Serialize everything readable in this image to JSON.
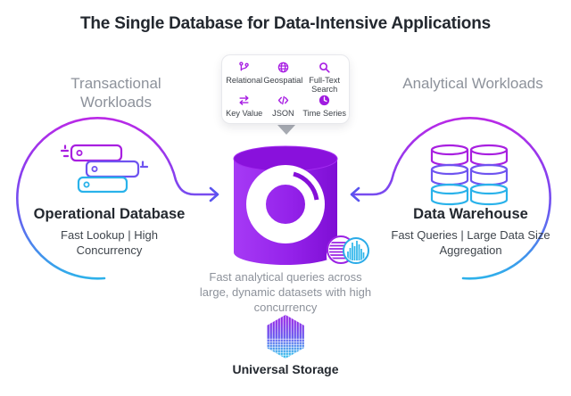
{
  "title": "The Single Database for Data-Intensive Applications",
  "left": {
    "workload_label": "Transactional Workloads",
    "name": "Operational Database",
    "caption": "Fast Lookup | High Concurrency"
  },
  "right": {
    "workload_label": "Analytical Workloads",
    "name": "Data Warehouse",
    "caption": "Fast Queries | Large Data Size Aggregation"
  },
  "capabilities": [
    {
      "label": "Relational",
      "icon": "git-branch-icon"
    },
    {
      "label": "Geospatial",
      "icon": "globe-icon"
    },
    {
      "label": "Full-Text Search",
      "icon": "search-icon"
    },
    {
      "label": "Key Value",
      "icon": "swap-arrows-icon"
    },
    {
      "label": "JSON",
      "icon": "code-icon"
    },
    {
      "label": "Time Series",
      "icon": "clock-icon"
    }
  ],
  "center": {
    "description": "Fast analytical queries across large, dynamic datasets with high concurrency",
    "storage_label": "Universal Storage"
  },
  "colors": {
    "magenta": "#BD27E6",
    "icon_purple": "#A81FE3",
    "indigo": "#6E53F0",
    "cyan": "#29B2EA",
    "arrow_indigo": "#5A54EF",
    "cylinder_light": "#A63AF5",
    "cylinder_dark": "#7E0ED4",
    "text_dark": "#23282F",
    "text_gray": "#8D929B"
  }
}
